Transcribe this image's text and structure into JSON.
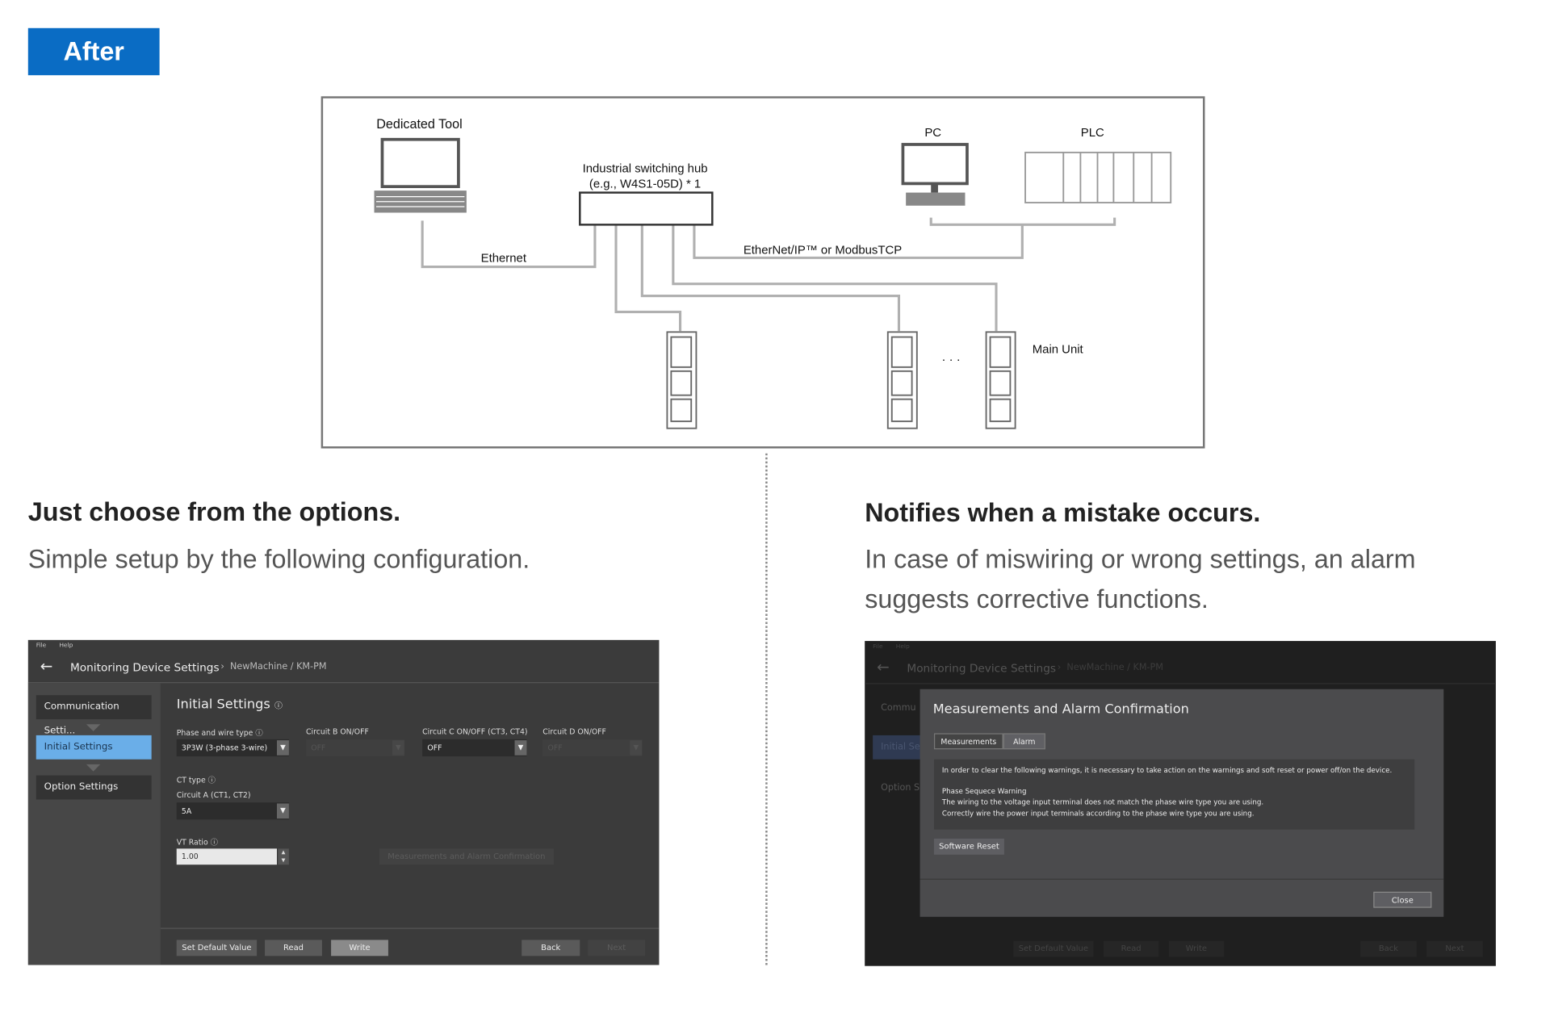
{
  "badge": "After",
  "diagram": {
    "dedicated_tool": "Dedicated Tool",
    "hub_line1": "Industrial switching hub",
    "hub_line2": "(e.g., W4S1-05D) * 1",
    "pc": "PC",
    "plc": "PLC",
    "ethernet": "Ethernet",
    "protocol": "EtherNet/IP™ or ModbusTCP",
    "main_unit": "Main Unit",
    "ellipsis": "· · ·"
  },
  "left": {
    "heading": "Just choose from the options.",
    "subtitle": "Simple setup by the following configuration."
  },
  "right": {
    "heading": "Notifies when a mistake occurs.",
    "subtitle_line1": "In case of miswiring or wrong settings, an alarm",
    "subtitle_line2": "suggests corrective functions."
  },
  "app": {
    "menu": [
      "File",
      "Help"
    ],
    "title": "Monitoring Device Settings",
    "breadcrumb": "NewMachine / KM-PM",
    "sidebar": [
      "Communication Setti...",
      "Initial Settings",
      "Option Settings"
    ],
    "section_title": "Initial Settings",
    "fields": {
      "phase_label": "Phase and wire type",
      "phase_value": "3P3W (3-phase 3-wire)",
      "circuit_b_label": "Circuit B ON/OFF",
      "circuit_b_value": "OFF",
      "circuit_c_label": "Circuit C ON/OFF  (CT3, CT4)",
      "circuit_c_value": "OFF",
      "circuit_d_label": "Circuit D ON/OFF",
      "circuit_d_value": "OFF",
      "ct_type_label": "CT type",
      "circuit_a_label": "Circuit A  (CT1, CT2)",
      "circuit_a_value": "5A",
      "vt_label": "VT Ratio",
      "vt_value": "1.00"
    },
    "confirm_button": "Measurements and Alarm Confirmation",
    "footer": {
      "set_default": "Set Default Value",
      "read": "Read",
      "write": "Write",
      "back": "Back",
      "next": "Next"
    }
  },
  "dialog": {
    "title": "Measurements and Alarm Confirmation",
    "tabs": [
      "Measurements",
      "Alarm"
    ],
    "intro": "In order to clear the following warnings, it is necessary to take action on the warnings and soft reset or power off/on the device.",
    "warning_title": "Phase Sequece Warning",
    "warning_line1": "The wiring to the voltage input terminal does not match the phase wire type you are using.",
    "warning_line2": "Correctly wire the power input terminals according to the phase wire type you are using.",
    "reset_button": "Software Reset",
    "close_button": "Close",
    "bg_sidebar": [
      "Commu",
      "Initial Se",
      "Option S"
    ]
  },
  "colors": {
    "badge": "#0a6cc4",
    "active_sidebar": "#6aaee8"
  }
}
